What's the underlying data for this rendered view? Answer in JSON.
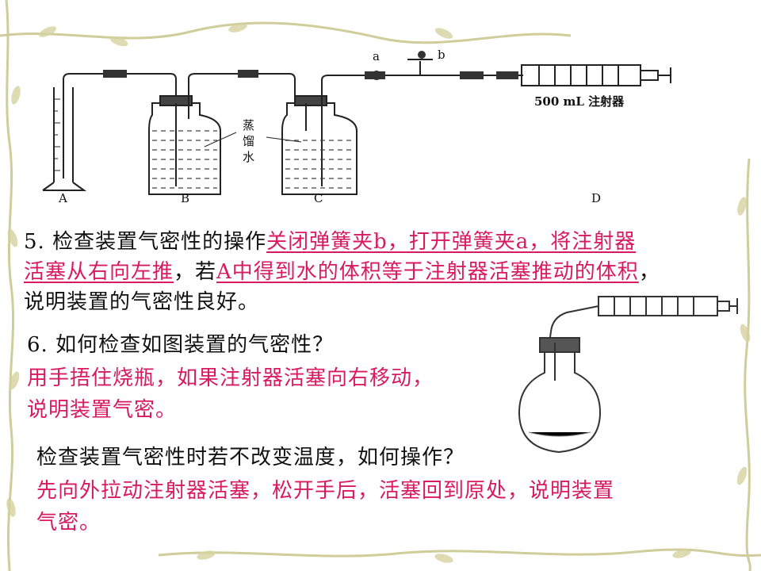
{
  "colors": {
    "answer": "#d81b60",
    "question": "#111111",
    "vine": "#c8c48a"
  },
  "diagram1": {
    "labels": {
      "A": "A",
      "B": "B",
      "C": "C",
      "D": "D",
      "a": "a",
      "b": "b"
    },
    "water_label": [
      "蒸",
      "馏",
      "水"
    ],
    "syringe_label": "500 mL 注射器"
  },
  "q5": {
    "prefix": "5. 检查装置气密性的操作",
    "answer1_line1": "关闭弹簧夹b，打开弹簧夹a，将注射器",
    "answer1_line2": "活塞从右向左推",
    "mid": "，若",
    "answer2": "A中得到水的体积等于注射器活塞推动的体积",
    "tail_comma": "，",
    "conclusion": "说明装置的气密性良好。"
  },
  "q6": {
    "question": "6. 如何检查如图装置的气密性？",
    "answer_line1": "用手捂住烧瓶，如果注射器活塞向右移动，",
    "answer_line2": "说明装置气密。"
  },
  "q7": {
    "question": "检查装置气密性时若不改变温度，如何操作？",
    "answer_line1": "先向外拉动注射器活塞，松开手后，活塞回到原处，说明装置",
    "answer_line2": "气密。"
  }
}
